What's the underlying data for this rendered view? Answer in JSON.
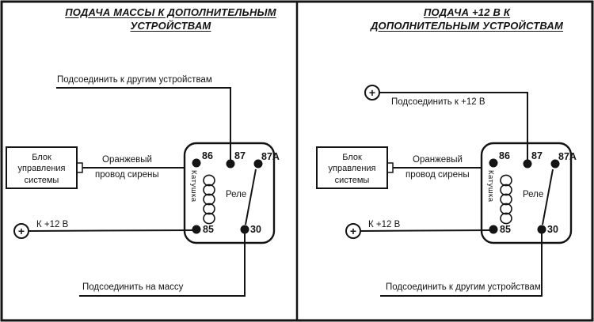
{
  "colors": {
    "ink": "#141414",
    "background": "#ffffff"
  },
  "panels": [
    {
      "title_line1": "ПОДАЧА МАССЫ К ДОПОЛНИТЕЛЬНЫМ",
      "title_line2": "УСТРОЙСТВАМ",
      "top_label": "Подсоединить к другим устройствам",
      "control_unit_label": "Блок управления системы",
      "wire_label_line1": "Оранжевый",
      "wire_label_line2": "провод сирены",
      "terminal_86": "86",
      "terminal_87": "87",
      "terminal_87a": "87A",
      "terminal_85": "85",
      "terminal_30": "30",
      "coil_label": "Катушка",
      "relay_label": "Реле",
      "plus_symbol": "+",
      "plus_12v_label": "К +12 В",
      "bottom_label": "Подсоединить на массу"
    },
    {
      "title_line1": "ПОДАЧА +12 В К",
      "title_line2": "ДОПОЛНИТЕЛЬНЫМ УСТРОЙСТВАМ",
      "top_plus_symbol": "+",
      "top_label": "Подсоединить к +12 В",
      "control_unit_label": "Блок управления системы",
      "wire_label_line1": "Оранжевый",
      "wire_label_line2": "провод сирены",
      "terminal_86": "86",
      "terminal_87": "87",
      "terminal_87a": "87A",
      "terminal_85": "85",
      "terminal_30": "30",
      "coil_label": "Катушка",
      "relay_label": "Реле",
      "plus_symbol": "+",
      "plus_12v_label": "К +12 В",
      "bottom_label": "Подсоединить к другим устройствам"
    }
  ]
}
